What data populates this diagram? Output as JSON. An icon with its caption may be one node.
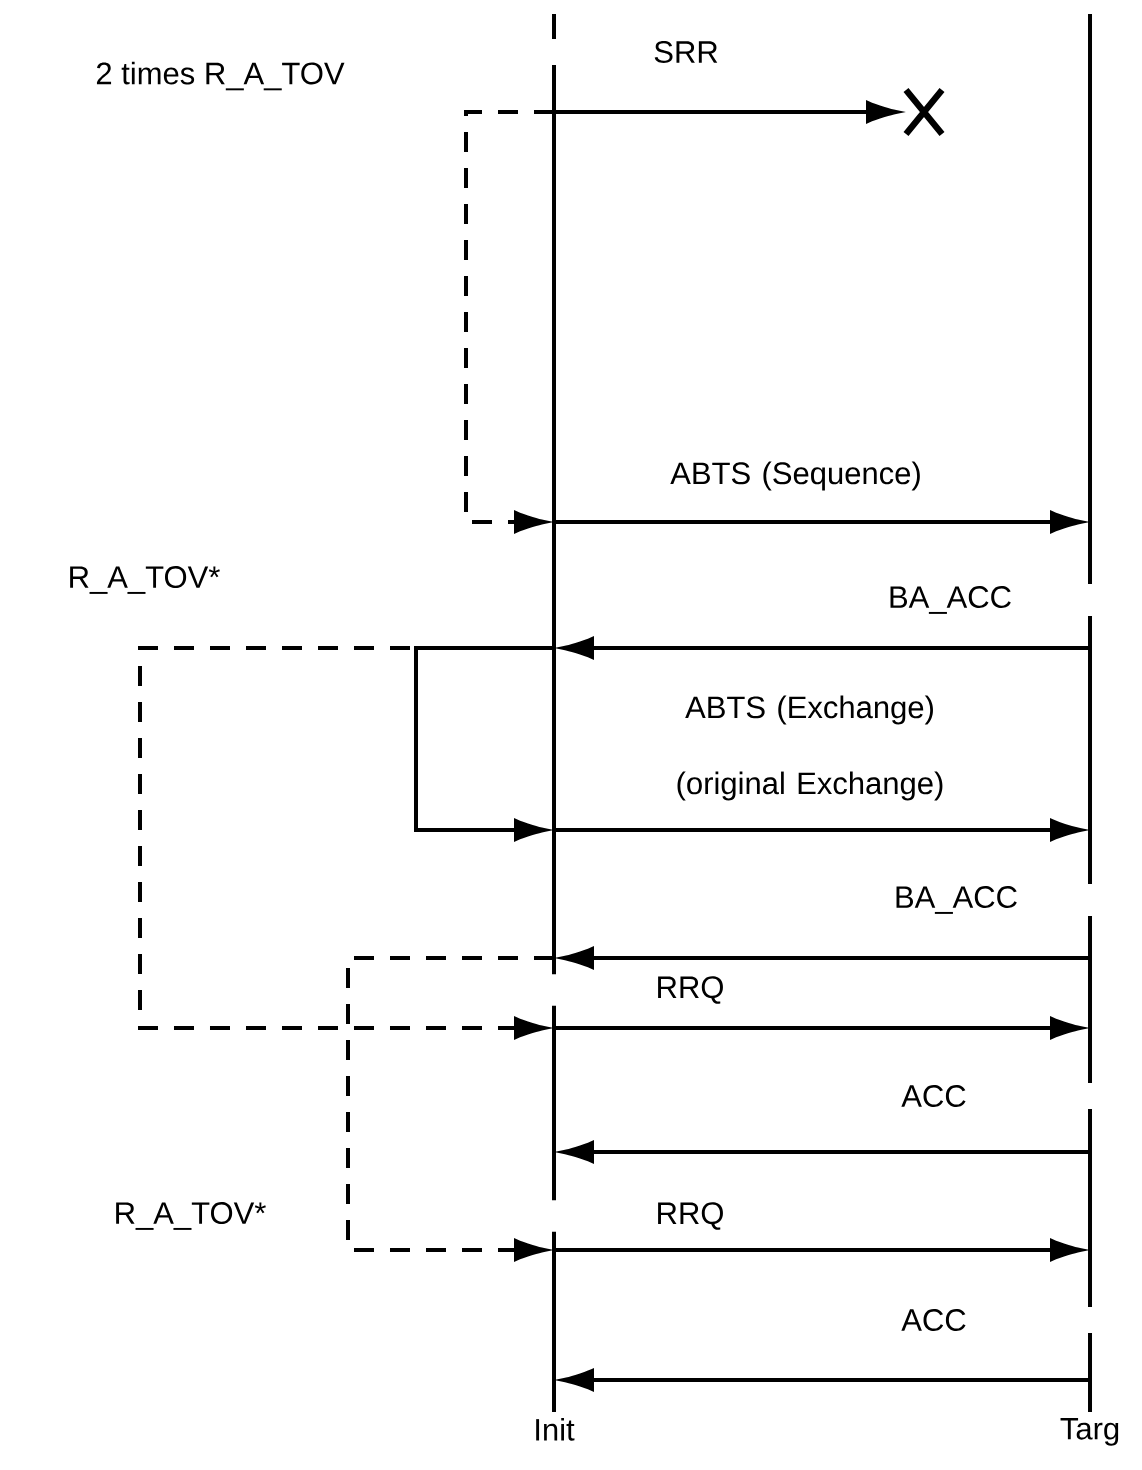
{
  "diagram": {
    "nodes": [
      {
        "text": [
          "Init"
        ]
      },
      {
        "text": [
          "Targ"
        ]
      },
      {
        "text": [],
        "shape": "cross"
      }
    ],
    "edges": [
      {
        "from": 0,
        "to": 2,
        "arrow": "to",
        "label": "SRR"
      },
      {
        "from": 0,
        "to": 1,
        "arrow": "to",
        "label": "ABTS (Sequence)"
      },
      {
        "from": 1,
        "to": 0,
        "arrow": "to",
        "label": "BA_ACC"
      },
      {
        "from": 0,
        "to": 1,
        "arrow": "to",
        "label": "ABTS (Exchange) (original Exchange)"
      },
      {
        "from": 1,
        "to": 0,
        "arrow": "to",
        "label": "BA_ACC"
      },
      {
        "from": 0,
        "to": 1,
        "arrow": "to",
        "label": "RRQ"
      },
      {
        "from": 1,
        "to": 0,
        "arrow": "to",
        "label": "ACC"
      },
      {
        "from": 0,
        "to": 1,
        "arrow": "to",
        "label": "RRQ"
      },
      {
        "from": 1,
        "to": 0,
        "arrow": "to",
        "label": "ACC"
      },
      {
        "from": 0,
        "to": 0,
        "arrow": "to",
        "style": "dashed"
      },
      {
        "from": 0,
        "to": 0,
        "arrow": "to"
      },
      {
        "from": 0,
        "to": 0,
        "arrow": "to",
        "style": "dashed"
      },
      {
        "from": 0,
        "to": 0,
        "arrow": "to",
        "style": "dashed"
      }
    ],
    "labels": [
      "2 times R_A_TOV",
      "R_A_TOV*",
      "R_A_TOV*"
    ]
  }
}
